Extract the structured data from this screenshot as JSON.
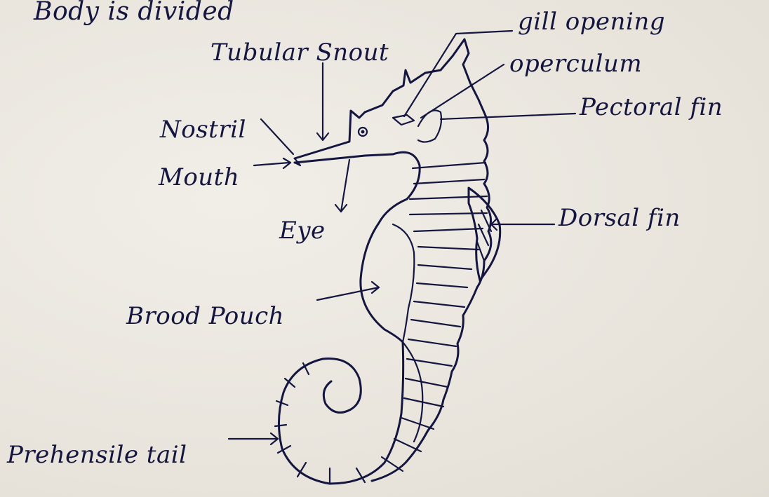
{
  "header_fragment": "Body is divided",
  "labels": {
    "gill_opening": "gill opening",
    "operculum": "operculum",
    "tubular_snout": "Tubular Snout",
    "nostril": "Nostril",
    "mouth": "Mouth",
    "pectoral_fin": "Pectoral fin",
    "eye": "Eye",
    "dorsal_fin": "Dorsal fin",
    "brood_pouch": "Brood Pouch",
    "prehensile_tail": "Prehensile tail"
  },
  "colors": {
    "ink": "#15163f",
    "paper": "#ece8e1"
  }
}
